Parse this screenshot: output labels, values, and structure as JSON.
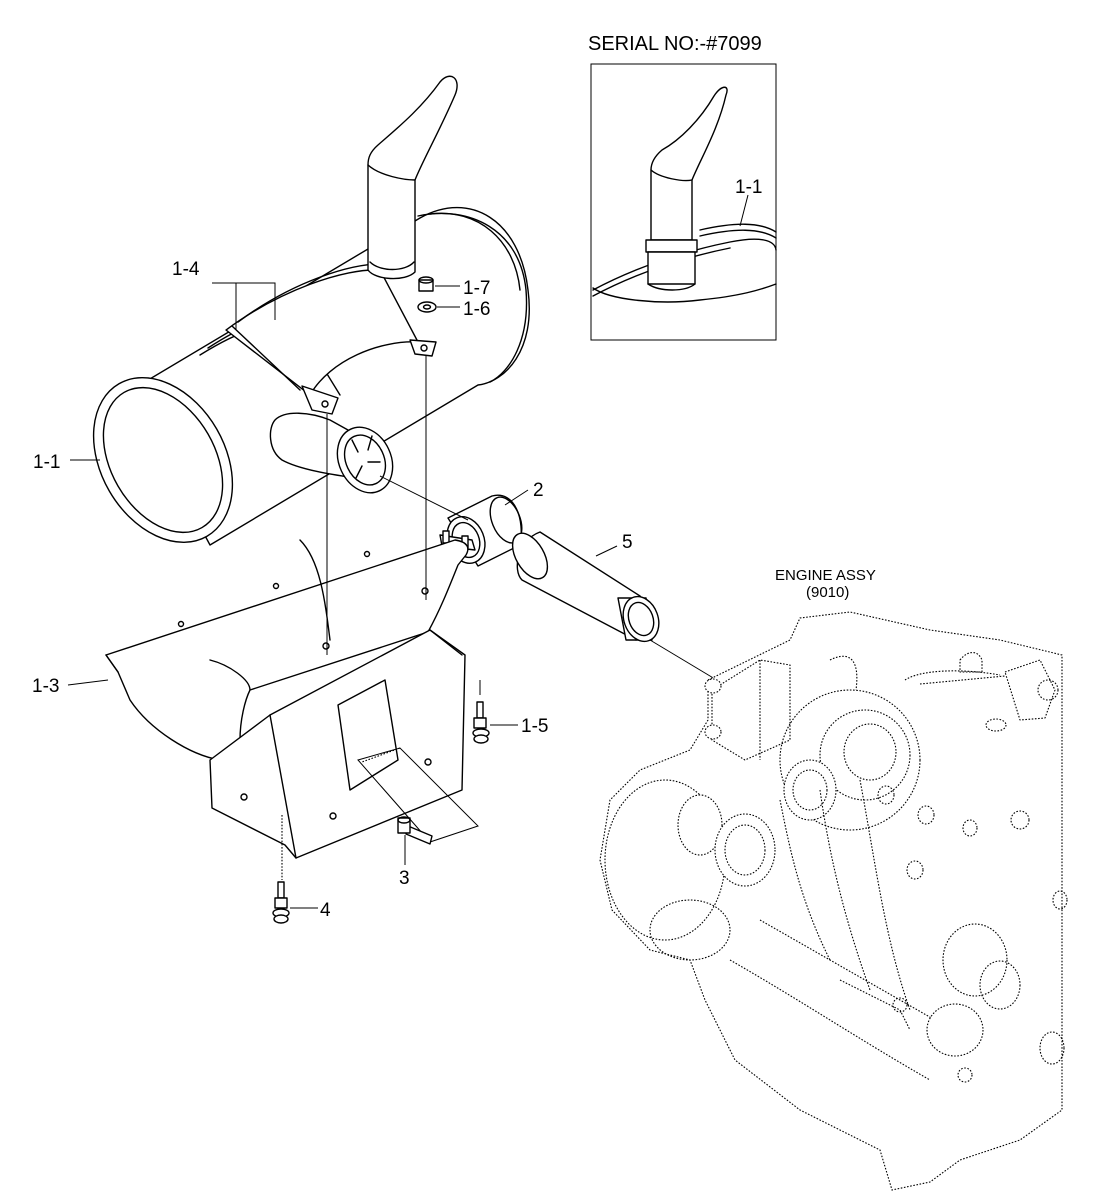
{
  "inset": {
    "title": "SERIAL NO:-#7099",
    "callout": "1-1"
  },
  "engine": {
    "name": "ENGINE ASSY",
    "code": "(9010)"
  },
  "callouts": {
    "c1_4": "1-4",
    "c1_7": "1-7",
    "c1_6": "1-6",
    "c1_1": "1-1",
    "c2": "2",
    "c5": "5",
    "c1_3": "1-3",
    "c1_5": "1-5",
    "c3": "3",
    "c4": "4"
  }
}
